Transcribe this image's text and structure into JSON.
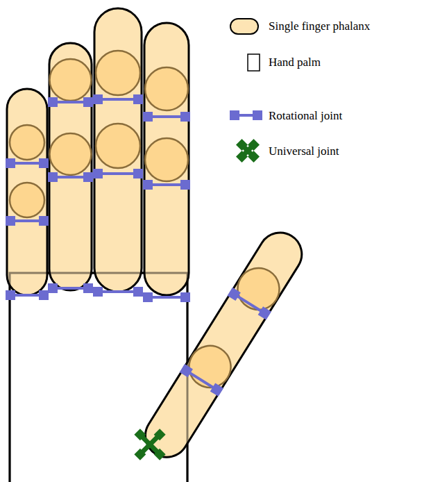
{
  "diagram": {
    "legend": [
      {
        "text": "Single finger phalanx"
      },
      {
        "text": "Hand palm"
      },
      {
        "text": "Rotational joint"
      },
      {
        "text": "Universal joint"
      }
    ]
  }
}
